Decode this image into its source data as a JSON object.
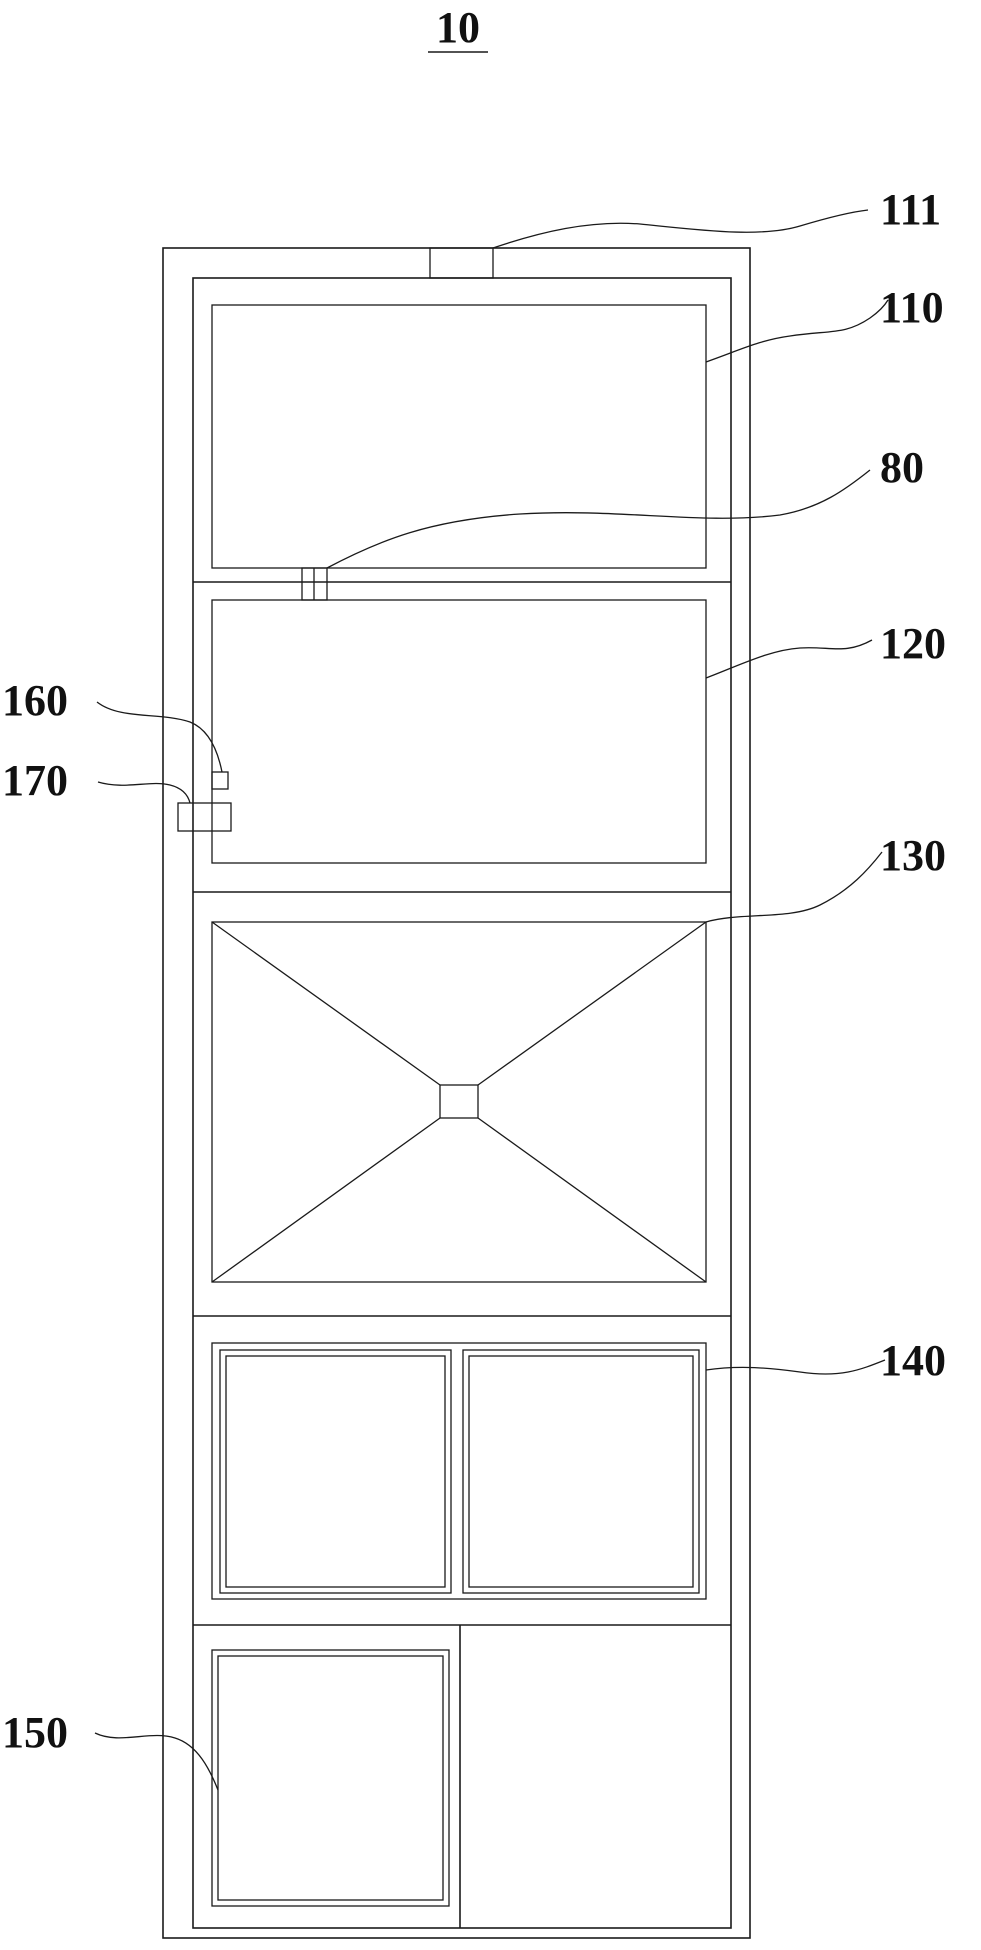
{
  "figure_label": "10",
  "labels": {
    "top_port": "111",
    "upper_compartment": "110",
    "connector": "80",
    "middle_compartment": "120",
    "part_160": "160",
    "part_170": "170",
    "center_compartment": "130",
    "drawer_compartment": "140",
    "bottom_compartment": "150"
  }
}
